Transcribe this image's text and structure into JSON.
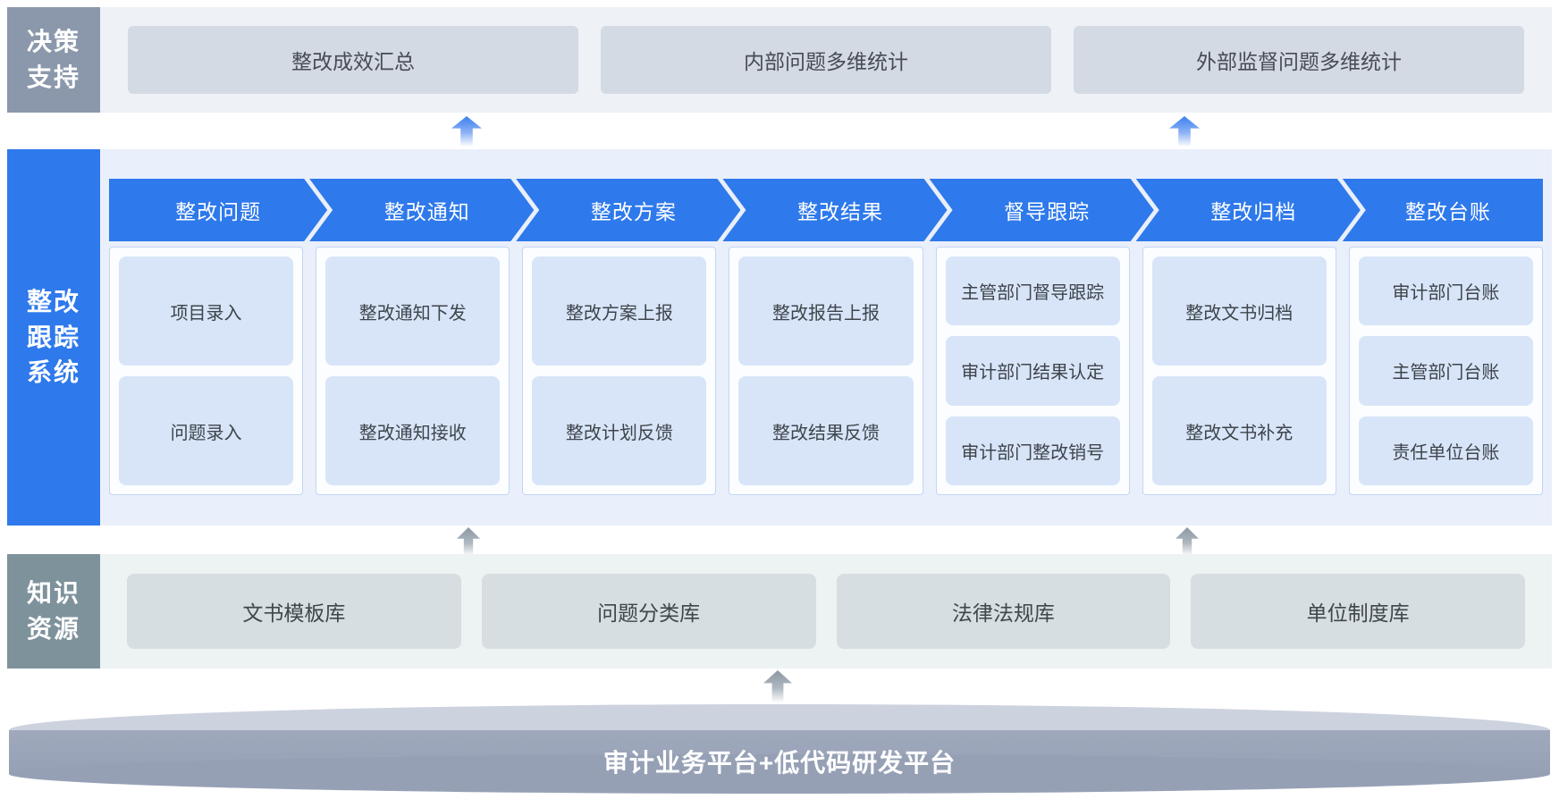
{
  "decision_support": {
    "label": "决策支持",
    "items": [
      {
        "label": "整改成效汇总"
      },
      {
        "label": "内部问题多维统计"
      },
      {
        "label": "外部监督问题多维统计"
      }
    ]
  },
  "tracking_system": {
    "label": "整改跟踪系统",
    "columns": [
      {
        "header": "整改问题",
        "items": [
          "项目录入",
          "问题录入"
        ]
      },
      {
        "header": "整改通知",
        "items": [
          "整改通知下发",
          "整改通知接收"
        ]
      },
      {
        "header": "整改方案",
        "items": [
          "整改方案上报",
          "整改计划反馈"
        ]
      },
      {
        "header": "整改结果",
        "items": [
          "整改报告上报",
          "整改结果反馈"
        ]
      },
      {
        "header": "督导跟踪",
        "items": [
          "主管部门督导跟踪",
          "审计部门结果认定",
          "审计部门整改销号"
        ]
      },
      {
        "header": "整改归档",
        "items": [
          "整改文书归档",
          "整改文书补充"
        ]
      },
      {
        "header": "整改台账",
        "items": [
          "审计部门台账",
          "主管部门台账",
          "责任单位台账"
        ]
      }
    ]
  },
  "knowledge_resources": {
    "label": "知识资源",
    "items": [
      "文书模板库",
      "问题分类库",
      "法律法规库",
      "单位制度库"
    ]
  },
  "platform": {
    "label": "审计业务平台+低代码研发平台"
  },
  "colors": {
    "accent_blue": "#2e79eb",
    "sub_box_blue": "#d8e5f8",
    "decision_label_gray": "#8b98ab",
    "decision_box_gray": "#d3dae3",
    "knowledge_label_gray": "#7e929c",
    "knowledge_box_gray": "#d6dee1",
    "cylinder_gray": "#96a0b5"
  }
}
